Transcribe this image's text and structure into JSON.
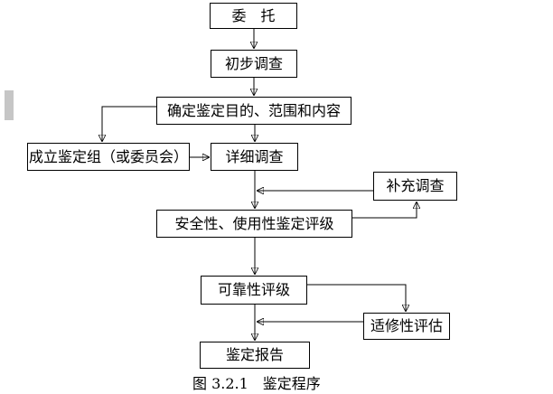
{
  "figure": {
    "caption": "图 3.2.1　鉴定程序"
  },
  "flowchart": {
    "nodes": [
      {
        "id": "commission",
        "label": "委　托"
      },
      {
        "id": "preliminary-investigation",
        "label": "初步调查"
      },
      {
        "id": "determine-purpose-scope-content",
        "label": "确定鉴定目的、范围和内容"
      },
      {
        "id": "establish-appraisal-group",
        "label": "成立鉴定组（或委员会）"
      },
      {
        "id": "detailed-investigation",
        "label": "详细调查"
      },
      {
        "id": "supplementary-investigation",
        "label": "补充调查"
      },
      {
        "id": "safety-serviceability-rating",
        "label": "安全性、使用性鉴定评级"
      },
      {
        "id": "reliability-rating",
        "label": "可靠性评级"
      },
      {
        "id": "repairability-assessment",
        "label": "适修性评估"
      },
      {
        "id": "appraisal-report",
        "label": "鉴定报告"
      }
    ]
  },
  "colors": {
    "line": "#000000",
    "box_border": "#000000",
    "box_fill": "#ffffff",
    "background": "#ffffff",
    "scrollbar_thumb": "#c6c6c6"
  }
}
